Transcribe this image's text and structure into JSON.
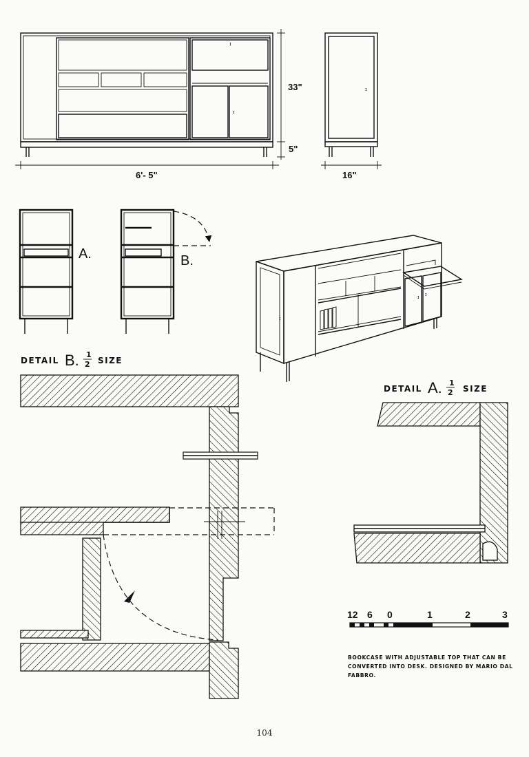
{
  "dimensions": {
    "height_main": "33\"",
    "height_legs": "5\"",
    "width": "6'- 5\"",
    "depth": "16\""
  },
  "section_labels": {
    "a": "A.",
    "b": "B."
  },
  "details": {
    "b_prefix": "DETAIL",
    "b_letter": "B.",
    "b_size": "SIZE",
    "a_prefix": "DETAIL",
    "a_letter": "A.",
    "a_size": "SIZE",
    "fraction_num": "1",
    "fraction_den": "2"
  },
  "scale": {
    "labels": [
      "12",
      "6",
      "0",
      "1",
      "2",
      "3"
    ]
  },
  "caption": "BOOKCASE WITH ADJUSTABLE TOP THAT CAN BE CONVERTED INTO DESK. DESIGNED BY MARIO DAL FABBRO.",
  "page_number": "104"
}
